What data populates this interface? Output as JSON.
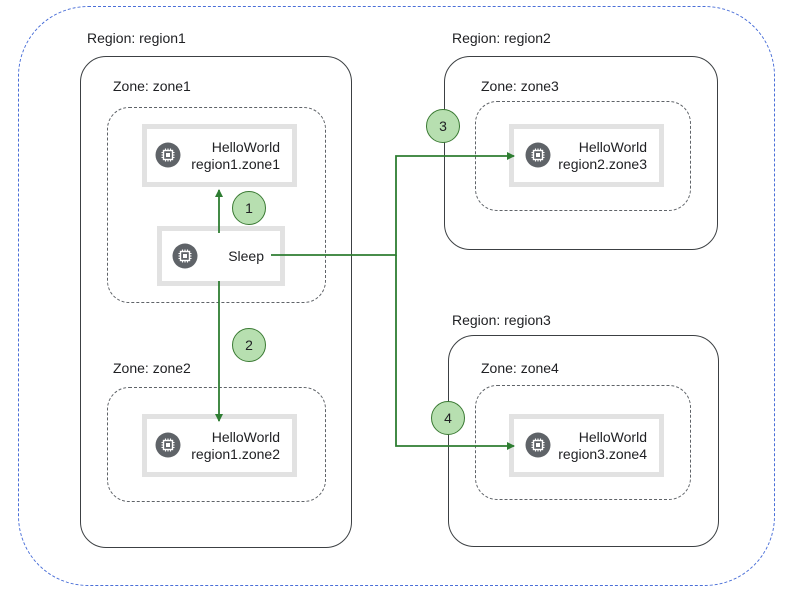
{
  "diagram": {
    "regions": [
      {
        "label": "Region: region1"
      },
      {
        "label": "Region: region2"
      },
      {
        "label": "Region: region3"
      }
    ],
    "zones": [
      {
        "label": "Zone: zone1"
      },
      {
        "label": "Zone: zone2"
      },
      {
        "label": "Zone: zone3"
      },
      {
        "label": "Zone: zone4"
      }
    ],
    "services": {
      "hw_z1": {
        "name": "HelloWorld",
        "location": "region1.zone1",
        "icon": "chip-icon"
      },
      "sleep": {
        "name": "Sleep",
        "icon": "chip-icon"
      },
      "hw_z2": {
        "name": "HelloWorld",
        "location": "region1.zone2",
        "icon": "chip-icon"
      },
      "hw_z3": {
        "name": "HelloWorld",
        "location": "region2.zone3",
        "icon": "chip-icon"
      },
      "hw_z4": {
        "name": "HelloWorld",
        "location": "region3.zone4",
        "icon": "chip-icon"
      }
    },
    "steps": [
      "1",
      "2",
      "3",
      "4"
    ],
    "colors": {
      "outer_border": "#4a6fd8",
      "arrow": "#2e7d32",
      "badge_fill": "#b7dfb0",
      "chip_icon": "#5f6368"
    }
  }
}
